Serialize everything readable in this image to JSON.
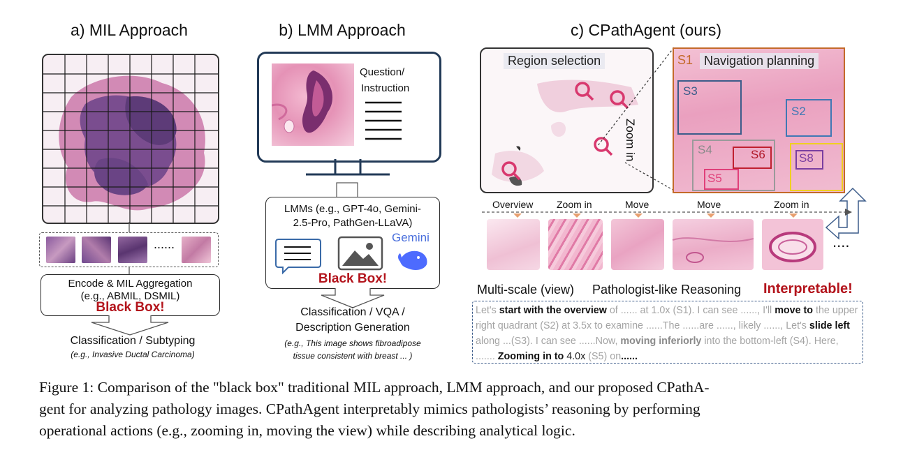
{
  "panel_a": {
    "title": "a) MIL Approach",
    "aggregation_line1": "Encode & MIL Aggregation",
    "aggregation_line2": "(e.g., ABMIL, DSMIL)",
    "black_box": "Black Box!",
    "patch_ellipsis": "......",
    "output": "Classification / Subtyping",
    "output_example": "(e.g., Invasive Ductal Carcinoma)"
  },
  "panel_b": {
    "title": "b) LMM Approach",
    "question_line1": "Question/",
    "question_line2": "Instruction",
    "lmm_line1": "LMMs (e.g., GPT-4o, Gemini-",
    "lmm_line2": "2.5-Pro, PathGen-LLaVA)",
    "gemini_label": "Gemini",
    "black_box": "Black Box!",
    "output_line1": "Classification / VQA /",
    "output_line2": "Description Generation",
    "output_example_line1": "(e.g., This image shows fibroadipose",
    "output_example_line2": "tissue consistent with breast  ... )"
  },
  "panel_c": {
    "title": "c) CPathAgent (ours)",
    "region_selection": "Region selection",
    "s1_tag": "S1",
    "navigation_planning": "Navigation planning",
    "zoom_in_vertical": "Zoom in",
    "regions": [
      "S3",
      "S2",
      "S4",
      "S6",
      "S8",
      "S5"
    ],
    "steps": [
      "Overview",
      "Zoom in",
      "Move",
      "Move",
      "Zoom in"
    ],
    "more": "....",
    "label_multiscale": "Multi-scale (view)",
    "label_reasoning": "Pathologist-like Reasoning",
    "label_interpretable": "Interpretable!",
    "reasoning_text": [
      {
        "t": "Let's ",
        "s": "light"
      },
      {
        "t": "start with the overview",
        "s": "bold"
      },
      {
        "t": " of ...... at 1.0x (S1). I can see ......, I'll ",
        "s": "light"
      },
      {
        "t": "move to",
        "s": "bold"
      },
      {
        "t": " the upper right quadrant (S2) at 3.5x to examine ......The ......are ......, likely ......, Let's ",
        "s": "light"
      },
      {
        "t": "slide left",
        "s": "bold"
      },
      {
        "t": " along ...(S3). I can see ......Now, ",
        "s": "light"
      },
      {
        "t": "moving inferiorly",
        "s": "semibold"
      },
      {
        "t": " into the bottom-left (S4). Here, ....... ",
        "s": "light"
      },
      {
        "t": "Zooming in to",
        "s": "bold"
      },
      {
        "t": " 4.0x ",
        "s": "dark"
      },
      {
        "t": "(S5)",
        "s": "light"
      },
      {
        "t": " on",
        "s": "light"
      },
      {
        "t": "......",
        "s": "bold"
      }
    ]
  },
  "caption": {
    "line1": "Figure 1: Comparison of the \"black box\" traditional MIL approach, LMM approach, and our proposed CPathA-",
    "line2": "gent for analyzing pathology images. CPathAgent interpretably mimics pathologists’ reasoning by performing",
    "line3": "operational actions (e.g., zooming in, moving the view) while describing analytical logic."
  },
  "colors": {
    "black_box_red": "#b3141c",
    "tissue_pink": "#e9a9c4",
    "tissue_purple": "#6f3f7c",
    "s1_orange": "#c46a2a",
    "s3_blue": "#3c5c8a",
    "s2_blue": "#3f78b4",
    "s4_gray": "#9a9a9a",
    "s6_red": "#c02030",
    "s8_purple": "#7a3ea0",
    "s8_yellow": "#f0d020",
    "s5_pink": "#e0407a",
    "magnifier": "#d8386e"
  }
}
